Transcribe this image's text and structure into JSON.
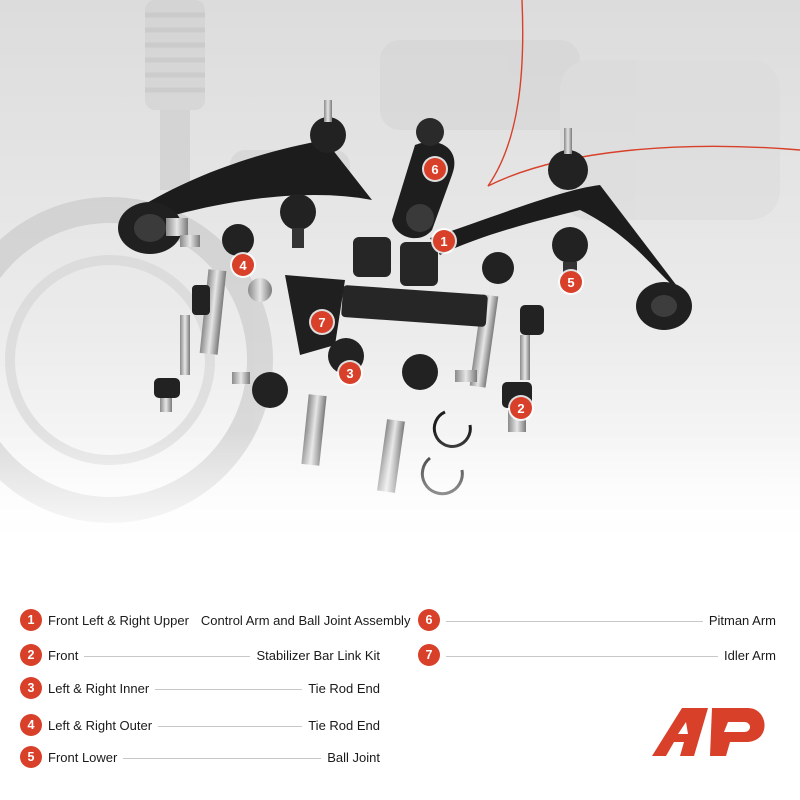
{
  "legend": [
    {
      "number": "1",
      "left_text": "Front Left & Right Upper",
      "right_text": "Control Arm and Ball Joint Assembly"
    },
    {
      "number": "2",
      "left_text": "Front",
      "right_text": "Stabilizer Bar Link Kit"
    },
    {
      "number": "3",
      "left_text": "Left & Right Inner",
      "right_text": "Tie Rod End"
    },
    {
      "number": "4",
      "left_text": "Left & Right Outer",
      "right_text": "Tie Rod End"
    },
    {
      "number": "5",
      "left_text": "Front Lower",
      "right_text": "Ball Joint"
    },
    {
      "number": "6",
      "left_text": "",
      "right_text": "Pitman Arm"
    },
    {
      "number": "7",
      "left_text": "",
      "right_text": "Idler Arm"
    }
  ],
  "callouts": [
    "1",
    "2",
    "3",
    "4",
    "5",
    "6",
    "7"
  ],
  "colors": {
    "accent": "#d8402a",
    "text": "#1a1a1a",
    "part": "#1c1c1c",
    "background_photo": "#e4e4e4"
  },
  "logo": {
    "name": "ap-brand-logo"
  }
}
